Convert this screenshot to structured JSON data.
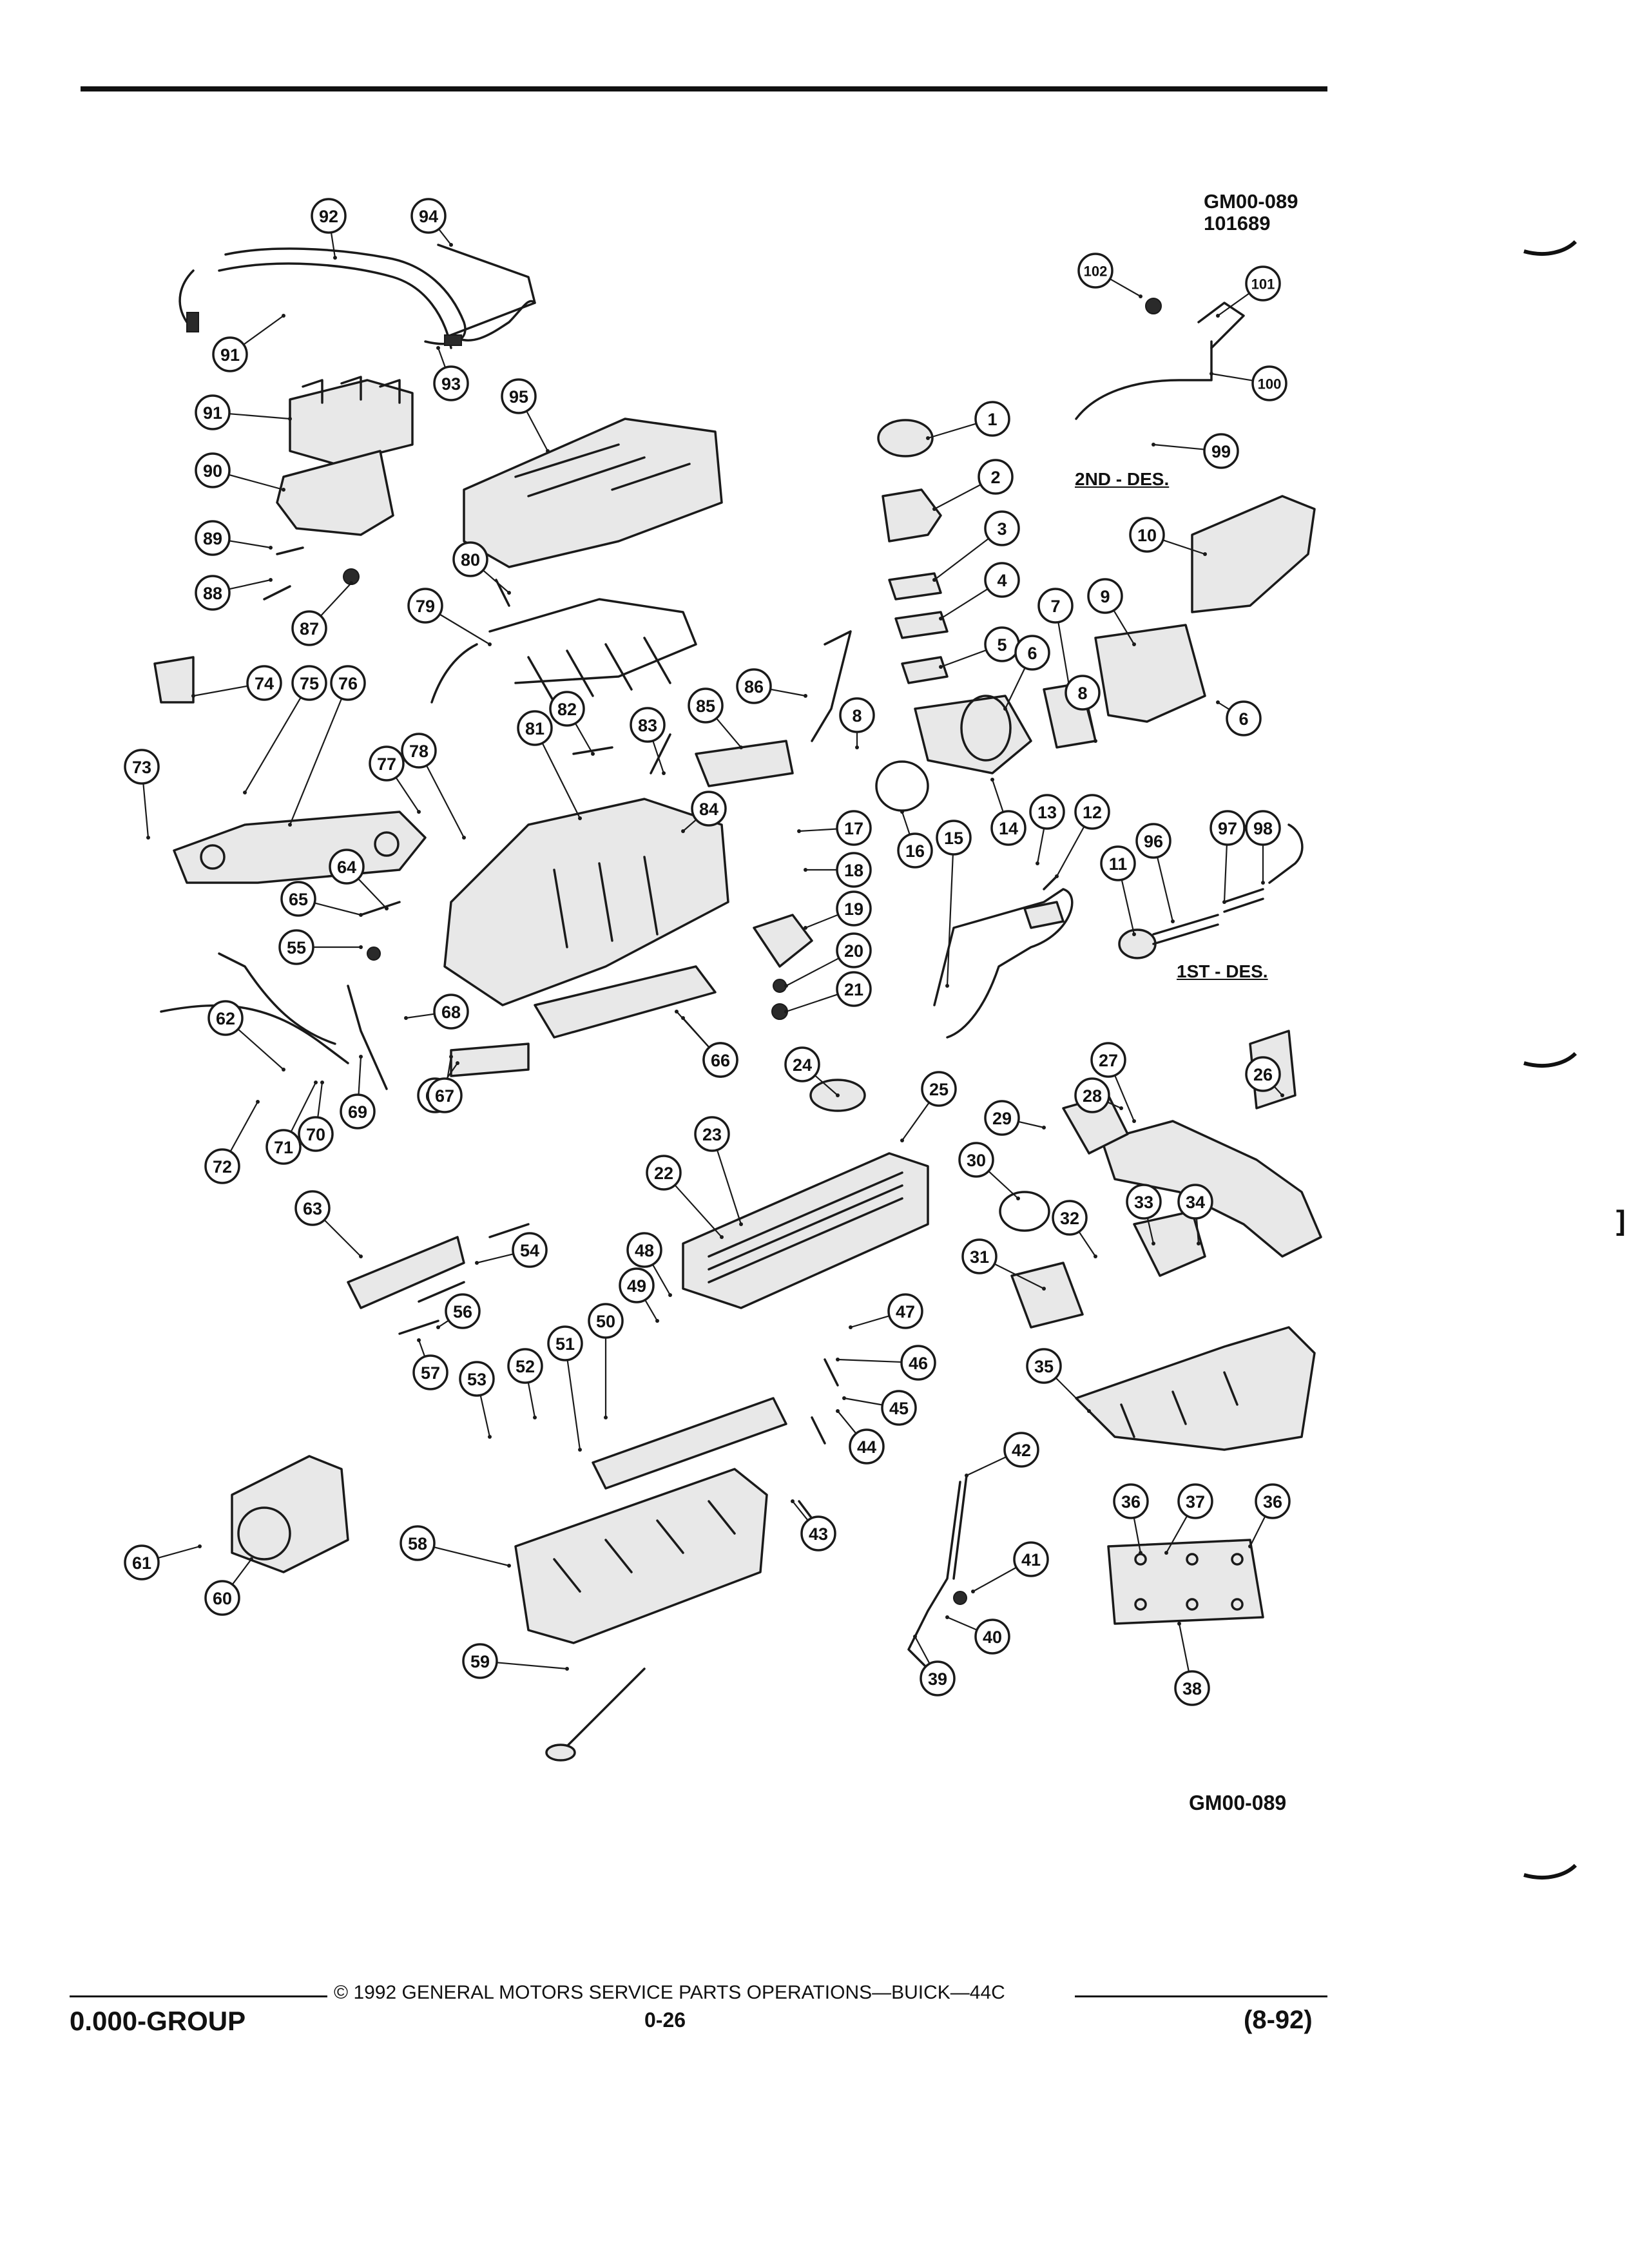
{
  "figure_id_top": [
    "GM00-089",
    "101689"
  ],
  "figure_id_bottom": "GM00-089",
  "design_labels": {
    "second": "2ND - DES.",
    "first": "1ST - DES."
  },
  "footer": {
    "copyright": "© 1992 GENERAL MOTORS SERVICE PARTS OPERATIONS—BUICK—44C",
    "page_number": "0-26",
    "group": "0.000-GROUP",
    "revision_date": "(8-92)"
  },
  "margin_bracket": "]",
  "callouts": [
    "1",
    "2",
    "3",
    "4",
    "5",
    "6",
    "6",
    "7",
    "8",
    "8",
    "9",
    "10",
    "11",
    "12",
    "13",
    "14",
    "15",
    "16",
    "17",
    "18",
    "19",
    "20",
    "21",
    "22",
    "23",
    "24",
    "25",
    "26",
    "27",
    "28",
    "29",
    "30",
    "31",
    "32",
    "33",
    "34",
    "35",
    "36",
    "36",
    "37",
    "38",
    "39",
    "40",
    "41",
    "42",
    "43",
    "44",
    "45",
    "46",
    "47",
    "48",
    "49",
    "50",
    "51",
    "52",
    "53",
    "54",
    "55",
    "56",
    "57",
    "58",
    "59",
    "60",
    "61",
    "62",
    "63",
    "64",
    "65",
    "66",
    "66",
    "66",
    "67",
    "68",
    "69",
    "70",
    "71",
    "72",
    "73",
    "74",
    "75",
    "76",
    "77",
    "78",
    "79",
    "80",
    "81",
    "82",
    "83",
    "84",
    "85",
    "86",
    "87",
    "88",
    "89",
    "90",
    "91",
    "91",
    "92",
    "93",
    "94",
    "95",
    "96",
    "97",
    "98",
    "99",
    "100",
    "101",
    "102"
  ]
}
